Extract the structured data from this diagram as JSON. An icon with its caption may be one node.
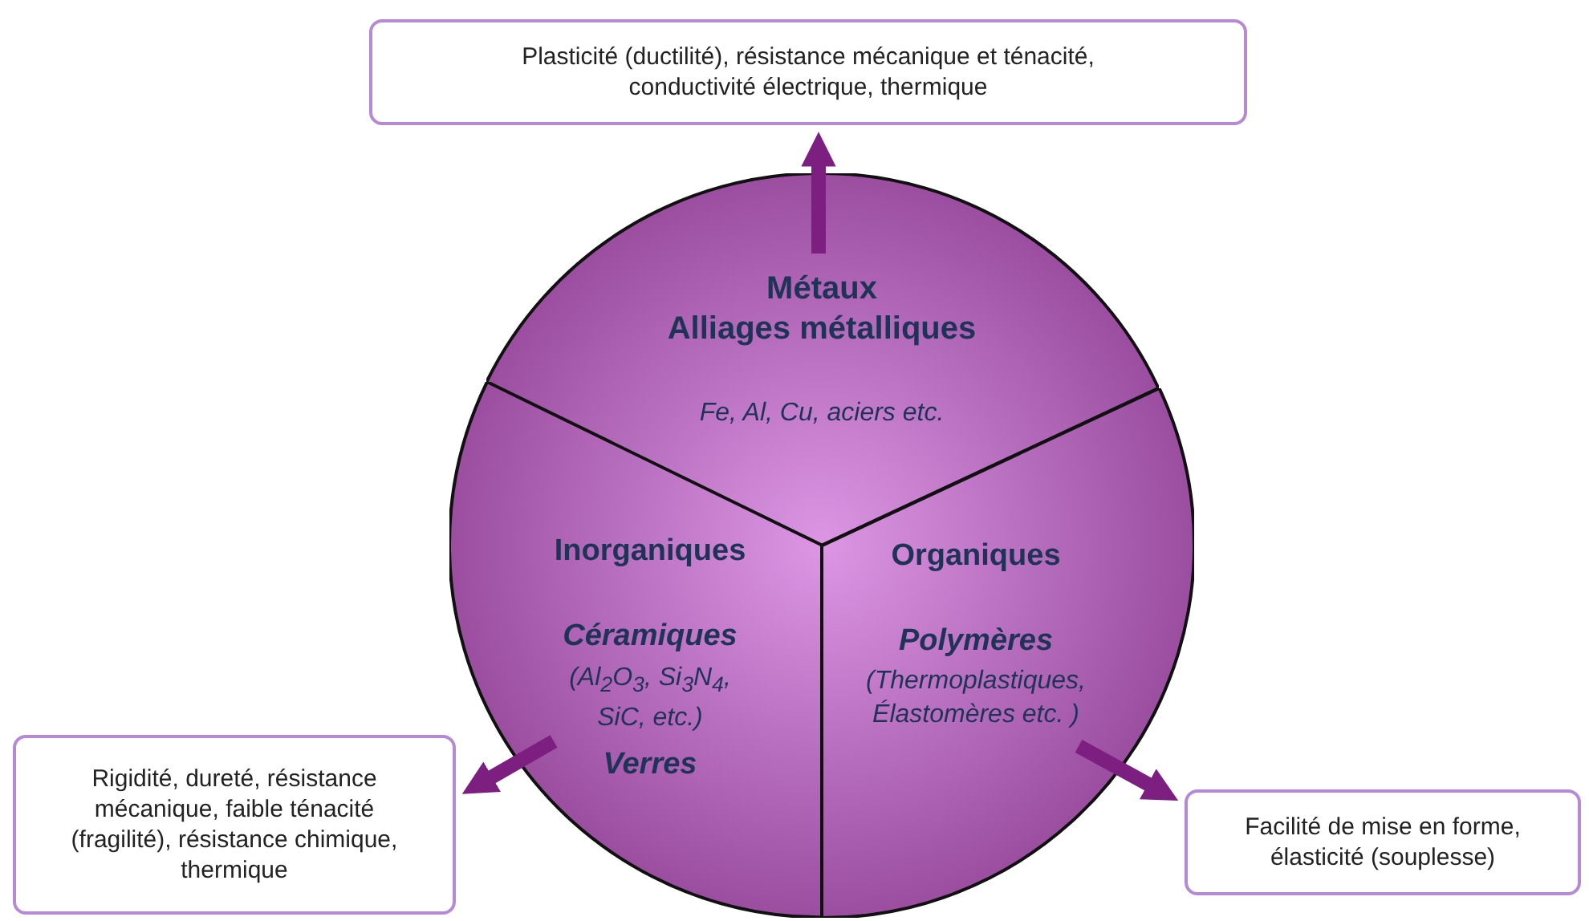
{
  "diagram": {
    "nodes": [
      {
        "text": [
          "Plasticité (ductilité), résistance mécanique et ténacité, conductivité électrique, thermique"
        ]
      },
      {
        "text": [
          "Métaux",
          "Alliages métalliques",
          "Fe, Al, Cu, aciers etc."
        ]
      },
      {
        "text": [
          "Inorganiques",
          "Céramiques",
          "(Al$_{2}$O$_{3}$, Si$_{3}$N$_{4}$, SiC, etc.)",
          "Verres"
        ]
      },
      {
        "text": [
          "Organiques",
          "Polymères",
          "(Thermoplastiques, Élastomères etc. )"
        ]
      },
      {
        "text": [
          "Rigidité, dureté, résistance mécanique, faible ténacité (fragilité), résistance chimique, thermique"
        ]
      },
      {
        "text": [
          "Facilité de mise en forme, élasticité (souplesse)"
        ]
      }
    ],
    "edges": [
      {
        "from": 1,
        "to": 0,
        "arrow": "to"
      },
      {
        "from": 2,
        "to": 4,
        "arrow": "to"
      },
      {
        "from": 3,
        "to": 5,
        "arrow": "to"
      }
    ]
  }
}
